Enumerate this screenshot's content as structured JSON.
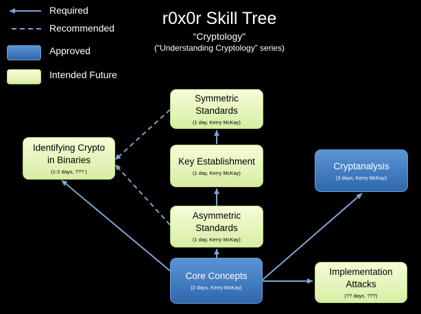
{
  "title": "r0x0r Skill Tree",
  "subtitle": "“Cryptology\"",
  "series": "(“Understanding Cryptology” series)",
  "legend": {
    "required": "Required",
    "recommended": "Recommended",
    "approved": "Approved",
    "future": "Intended Future"
  },
  "colors": {
    "approved": "#3a74bd",
    "future": "#e4f5bd",
    "edge": "#7fa6d6"
  },
  "nodes": {
    "symmetric": {
      "title_1": "Symmetric",
      "title_2": "Standards",
      "meta": "(1 day, Kerry McKay)"
    },
    "key_establishment": {
      "title": "Key Establishment",
      "meta": "(1 day, Kerry McKay)"
    },
    "asymmetric": {
      "title_1": "Asymmetric",
      "title_2": "Standards",
      "meta": "(1 day, Kerry McKay)"
    },
    "core": {
      "title": "Core Concepts",
      "meta": "(2 days, Kerry McKay)"
    },
    "identifying": {
      "title_1": "Identifying Crypto",
      "title_2": "in Binaries",
      "meta": "(1-2 days, ??? )"
    },
    "cryptanalysis": {
      "title": "Cryptanalysis",
      "meta": "(3 days, Kerry McKay)"
    },
    "implementation": {
      "title_1": "Implementation",
      "title_2": "Attacks",
      "meta": "(?? days, ???)"
    }
  }
}
